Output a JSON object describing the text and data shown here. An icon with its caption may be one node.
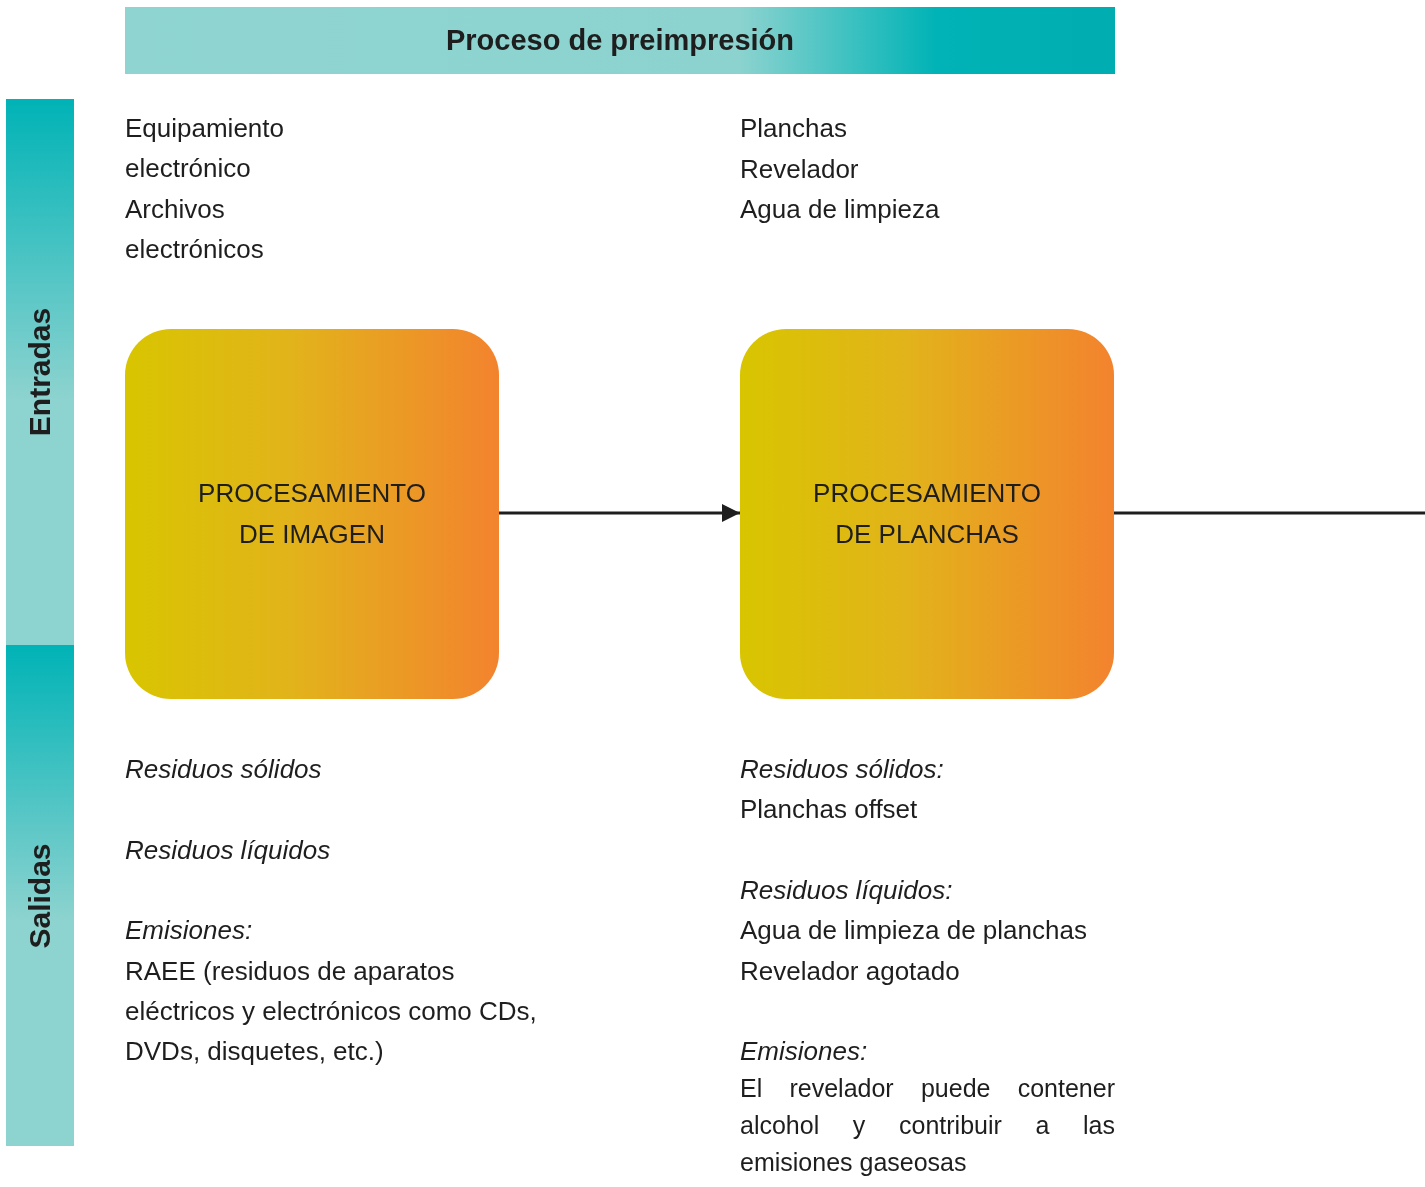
{
  "diagram": {
    "title": "Proceso de preimpresión",
    "nodes": [
      {
        "text": [
          "Entradas"
        ]
      },
      {
        "text": [
          "Salidas"
        ]
      },
      {
        "text": [
          "PROCESAMIENTO DE IMAGEN"
        ]
      },
      {
        "text": [
          "PROCESAMIENTO DE PLANCHAS"
        ]
      }
    ],
    "edges": [
      {
        "from": 2,
        "to": 3,
        "arrow": "to"
      },
      {
        "from": 3,
        "to": null,
        "arrow": "none"
      }
    ],
    "labels": [
      "Equipamiento electrónico",
      "Archivos electrónicos",
      "Planchas",
      "Revelador",
      "Agua de limpieza",
      "Residuos sólidos",
      "Residuos líquidos",
      "Emisiones:",
      "RAEE (residuos de aparatos eléctricos y electrónicos como CDs, DVDs, disquetes, etc.)",
      "Residuos sólidos:",
      "Planchas offset",
      "Residuos líquidos:",
      "Agua de limpieza de planchas",
      "Revelador agotado",
      "Emisiones:",
      "El revelador puede contener alcohol y contribuir a las emisiones gaseosas"
    ]
  }
}
